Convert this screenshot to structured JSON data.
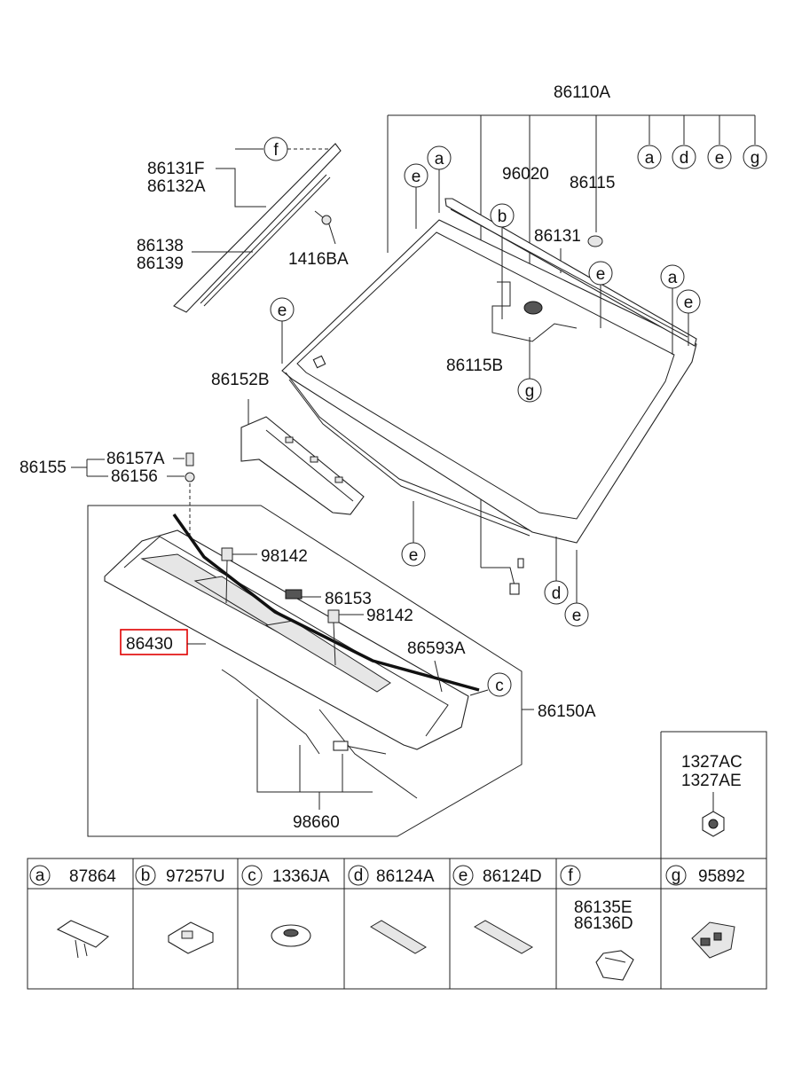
{
  "callouts": {
    "p86110A": "86110A",
    "p96020": "96020",
    "p86115": "86115",
    "p86131": "86131",
    "p86115B": "86115B",
    "p86131F": "86131F",
    "p86132A": "86132A",
    "p86138": "86138",
    "p86139": "86139",
    "p1416BA": "1416BA",
    "p86152B": "86152B",
    "p86155": "86155",
    "p86157A": "86157A",
    "p86156": "86156",
    "p98142a": "98142",
    "p86153": "86153",
    "p98142b": "98142",
    "p86430": "86430",
    "p86593A": "86593A",
    "p86150A": "86150A",
    "p98660": "98660",
    "p1327AC": "1327AC",
    "p1327AE": "1327AE"
  },
  "circle_letters": {
    "a": "a",
    "b": "b",
    "c": "c",
    "d": "d",
    "e": "e",
    "f": "f",
    "g": "g"
  },
  "legend": [
    {
      "letter": "a",
      "part": "87864"
    },
    {
      "letter": "b",
      "part": "97257U"
    },
    {
      "letter": "c",
      "part": "1336JA"
    },
    {
      "letter": "d",
      "part": "86124A"
    },
    {
      "letter": "e",
      "part": "86124D"
    },
    {
      "letter": "f",
      "part": "",
      "sub": [
        "86135E",
        "86136D"
      ]
    },
    {
      "letter": "g",
      "part": "95892"
    }
  ],
  "highlight": {
    "part": "86430",
    "color": "#e00000"
  }
}
